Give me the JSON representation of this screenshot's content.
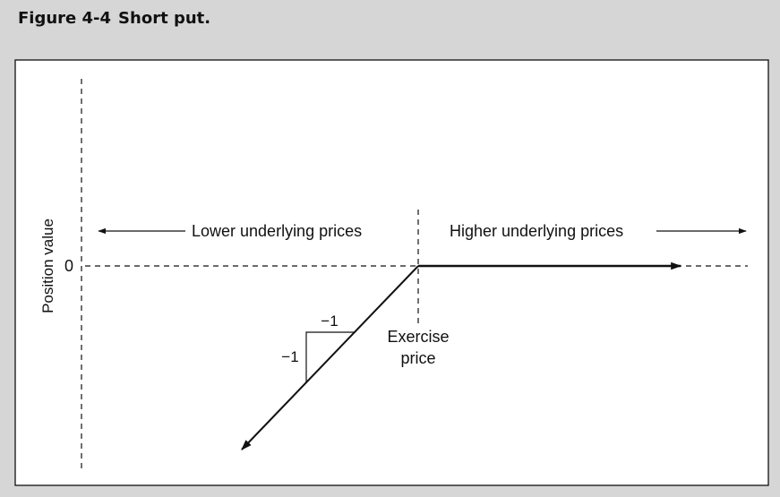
{
  "figure": {
    "number": "Figure 4-4",
    "caption": "Short put."
  },
  "chart_data": {
    "type": "line",
    "title": "Figure 4-4 Short put.",
    "xlabel": "",
    "ylabel": "Position value",
    "y_tick_label": "0",
    "x_marker_label_line1": "Exercise",
    "x_marker_label_line2": "price",
    "left_annotation": "Lower underlying prices",
    "right_annotation": "Higher underlying prices",
    "slope_labels": {
      "run": "−1",
      "rise": "−1"
    },
    "series": [
      {
        "points": [
          {
            "x": -1,
            "y": -1
          },
          {
            "x": 0,
            "y": 0
          },
          {
            "x": 1,
            "y": 0
          }
        ]
      }
    ],
    "grid": false
  },
  "colors": {
    "background": "#d6d6d6",
    "plot_background": "#ffffff",
    "ink": "#111111"
  }
}
